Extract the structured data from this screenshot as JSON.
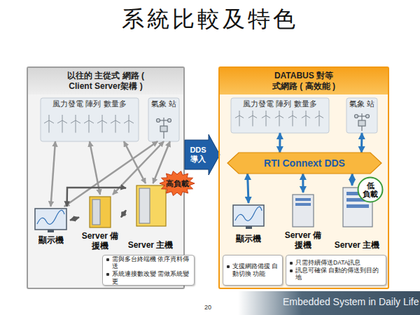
{
  "diagram": {
    "title": "系統比較及特色",
    "nodes": [
      {
        "text": [
          "以往的 主從式 網路 ( Client Server架構 )"
        ]
      },
      {
        "text": [
          "風力發電 陣列 數量多"
        ],
        "in": 0
      },
      {
        "text": [
          "氣象 站"
        ],
        "in": 0
      },
      {
        "text": [
          "顯示機"
        ],
        "in": 0
      },
      {
        "text": [
          "Server 備援機"
        ],
        "in": 0
      },
      {
        "text": [
          "Server 主機"
        ],
        "in": 0
      },
      {
        "text": [
          "高負載"
        ],
        "in": 0
      },
      {
        "text": [
          "需與多台終端機 依序資料傳送",
          "系統連接數改變 需做系統變更"
        ],
        "in": 0
      },
      {
        "text": [
          "DDS 導入"
        ]
      },
      {
        "text": [
          "DATABUS 對等式網路 ( 高效能 )"
        ]
      },
      {
        "text": [
          "風力發電 陣列 數量多"
        ],
        "in": 9
      },
      {
        "text": [
          "氣象 站"
        ],
        "in": 9
      },
      {
        "text": [
          "RTI Connext DDS"
        ],
        "in": 9
      },
      {
        "text": [
          "低 負載"
        ],
        "in": 9
      },
      {
        "text": [
          "顯示機"
        ],
        "in": 9
      },
      {
        "text": [
          "Server 備援機"
        ],
        "in": 9
      },
      {
        "text": [
          "Server 主機"
        ],
        "in": 9
      },
      {
        "text": [
          "支援網路備援 自動切換 功能"
        ],
        "in": 9
      },
      {
        "text": [
          "只需持續傳送DATA訊息",
          "訊息可確保 自動的傳送到目的地"
        ],
        "in": 9
      }
    ],
    "edges": [
      {
        "from": 1,
        "to": 3,
        "arrow": "both"
      },
      {
        "from": 1,
        "to": 4,
        "arrow": "both"
      },
      {
        "from": 1,
        "to": 5,
        "arrow": "both"
      },
      {
        "from": 2,
        "to": 3,
        "arrow": "both"
      },
      {
        "from": 2,
        "to": 4,
        "arrow": "both"
      },
      {
        "from": 2,
        "to": 5,
        "arrow": "both"
      },
      {
        "from": 3,
        "to": 4,
        "arrow": "both"
      },
      {
        "from": 4,
        "to": 5,
        "arrow": "both"
      },
      {
        "from": 3,
        "to": 5,
        "arrow": "both"
      },
      {
        "from": 10,
        "to": 12,
        "arrow": "both"
      },
      {
        "from": 11,
        "to": 12,
        "arrow": "both"
      },
      {
        "from": 12,
        "to": 14,
        "arrow": "both"
      },
      {
        "from": 12,
        "to": 15,
        "arrow": "both"
      },
      {
        "from": 12,
        "to": 16,
        "arrow": "both"
      }
    ],
    "labels": [
      "20",
      "Embedded System in Daily Life"
    ]
  }
}
